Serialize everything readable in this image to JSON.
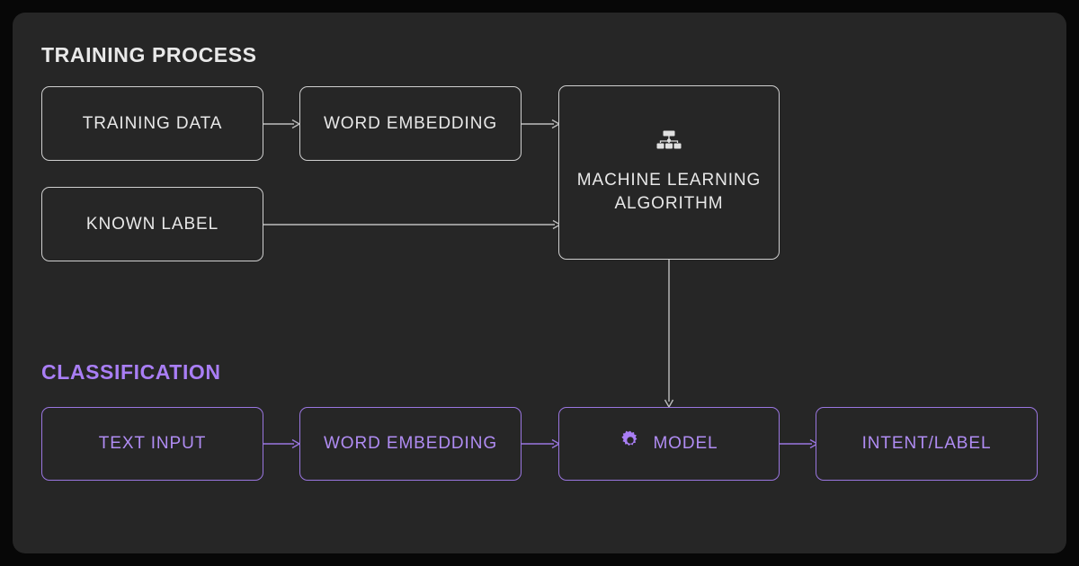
{
  "canvas": {
    "background": "#070707",
    "panel_background": "#262626",
    "accent_purple": "#a97ef5",
    "light_stroke": "#cfcfcf",
    "light_text": "#e8e8e8"
  },
  "sections": [
    {
      "id": "training",
      "title": "TRAINING PROCESS",
      "color": "#e9e9e9"
    },
    {
      "id": "classification",
      "title": "CLASSIFICATION",
      "color": "#a97ef5"
    }
  ],
  "nodes": {
    "training_data": {
      "label": "TRAINING DATA",
      "style": "light"
    },
    "word_embedding_1": {
      "label": "WORD EMBEDDING",
      "style": "light"
    },
    "ml_algorithm": {
      "label": "MACHINE LEARNING ALGORITHM",
      "style": "light",
      "icon": "sitemap-icon"
    },
    "known_label": {
      "label": "KNOWN LABEL",
      "style": "light"
    },
    "text_input": {
      "label": "TEXT INPUT",
      "style": "purple"
    },
    "word_embedding_2": {
      "label": "WORD EMBEDDING",
      "style": "purple"
    },
    "model": {
      "label": "MODEL",
      "style": "purple",
      "icon": "gear-icon"
    },
    "intent_label": {
      "label": "INTENT/LABEL",
      "style": "purple"
    }
  },
  "connectors": [
    {
      "id": "training-data-to-word-embedding",
      "from": "training_data",
      "to": "word_embedding_1",
      "direction": "right",
      "color": "#bdbdbd"
    },
    {
      "id": "word-embedding-to-ml-algorithm",
      "from": "word_embedding_1",
      "to": "ml_algorithm",
      "direction": "right",
      "color": "#bdbdbd"
    },
    {
      "id": "known-label-to-ml-algorithm",
      "from": "known_label",
      "to": "ml_algorithm",
      "direction": "right",
      "color": "#bdbdbd"
    },
    {
      "id": "ml-algorithm-to-model",
      "from": "ml_algorithm",
      "to": "model",
      "direction": "down",
      "color": "#bdbdbd"
    },
    {
      "id": "text-input-to-word-embedding",
      "from": "text_input",
      "to": "word_embedding_2",
      "direction": "right",
      "color": "#9a76e0"
    },
    {
      "id": "word-embedding-to-model",
      "from": "word_embedding_2",
      "to": "model",
      "direction": "right",
      "color": "#9a76e0"
    },
    {
      "id": "model-to-intent-label",
      "from": "model",
      "to": "intent_label",
      "direction": "right",
      "color": "#9a76e0"
    }
  ]
}
